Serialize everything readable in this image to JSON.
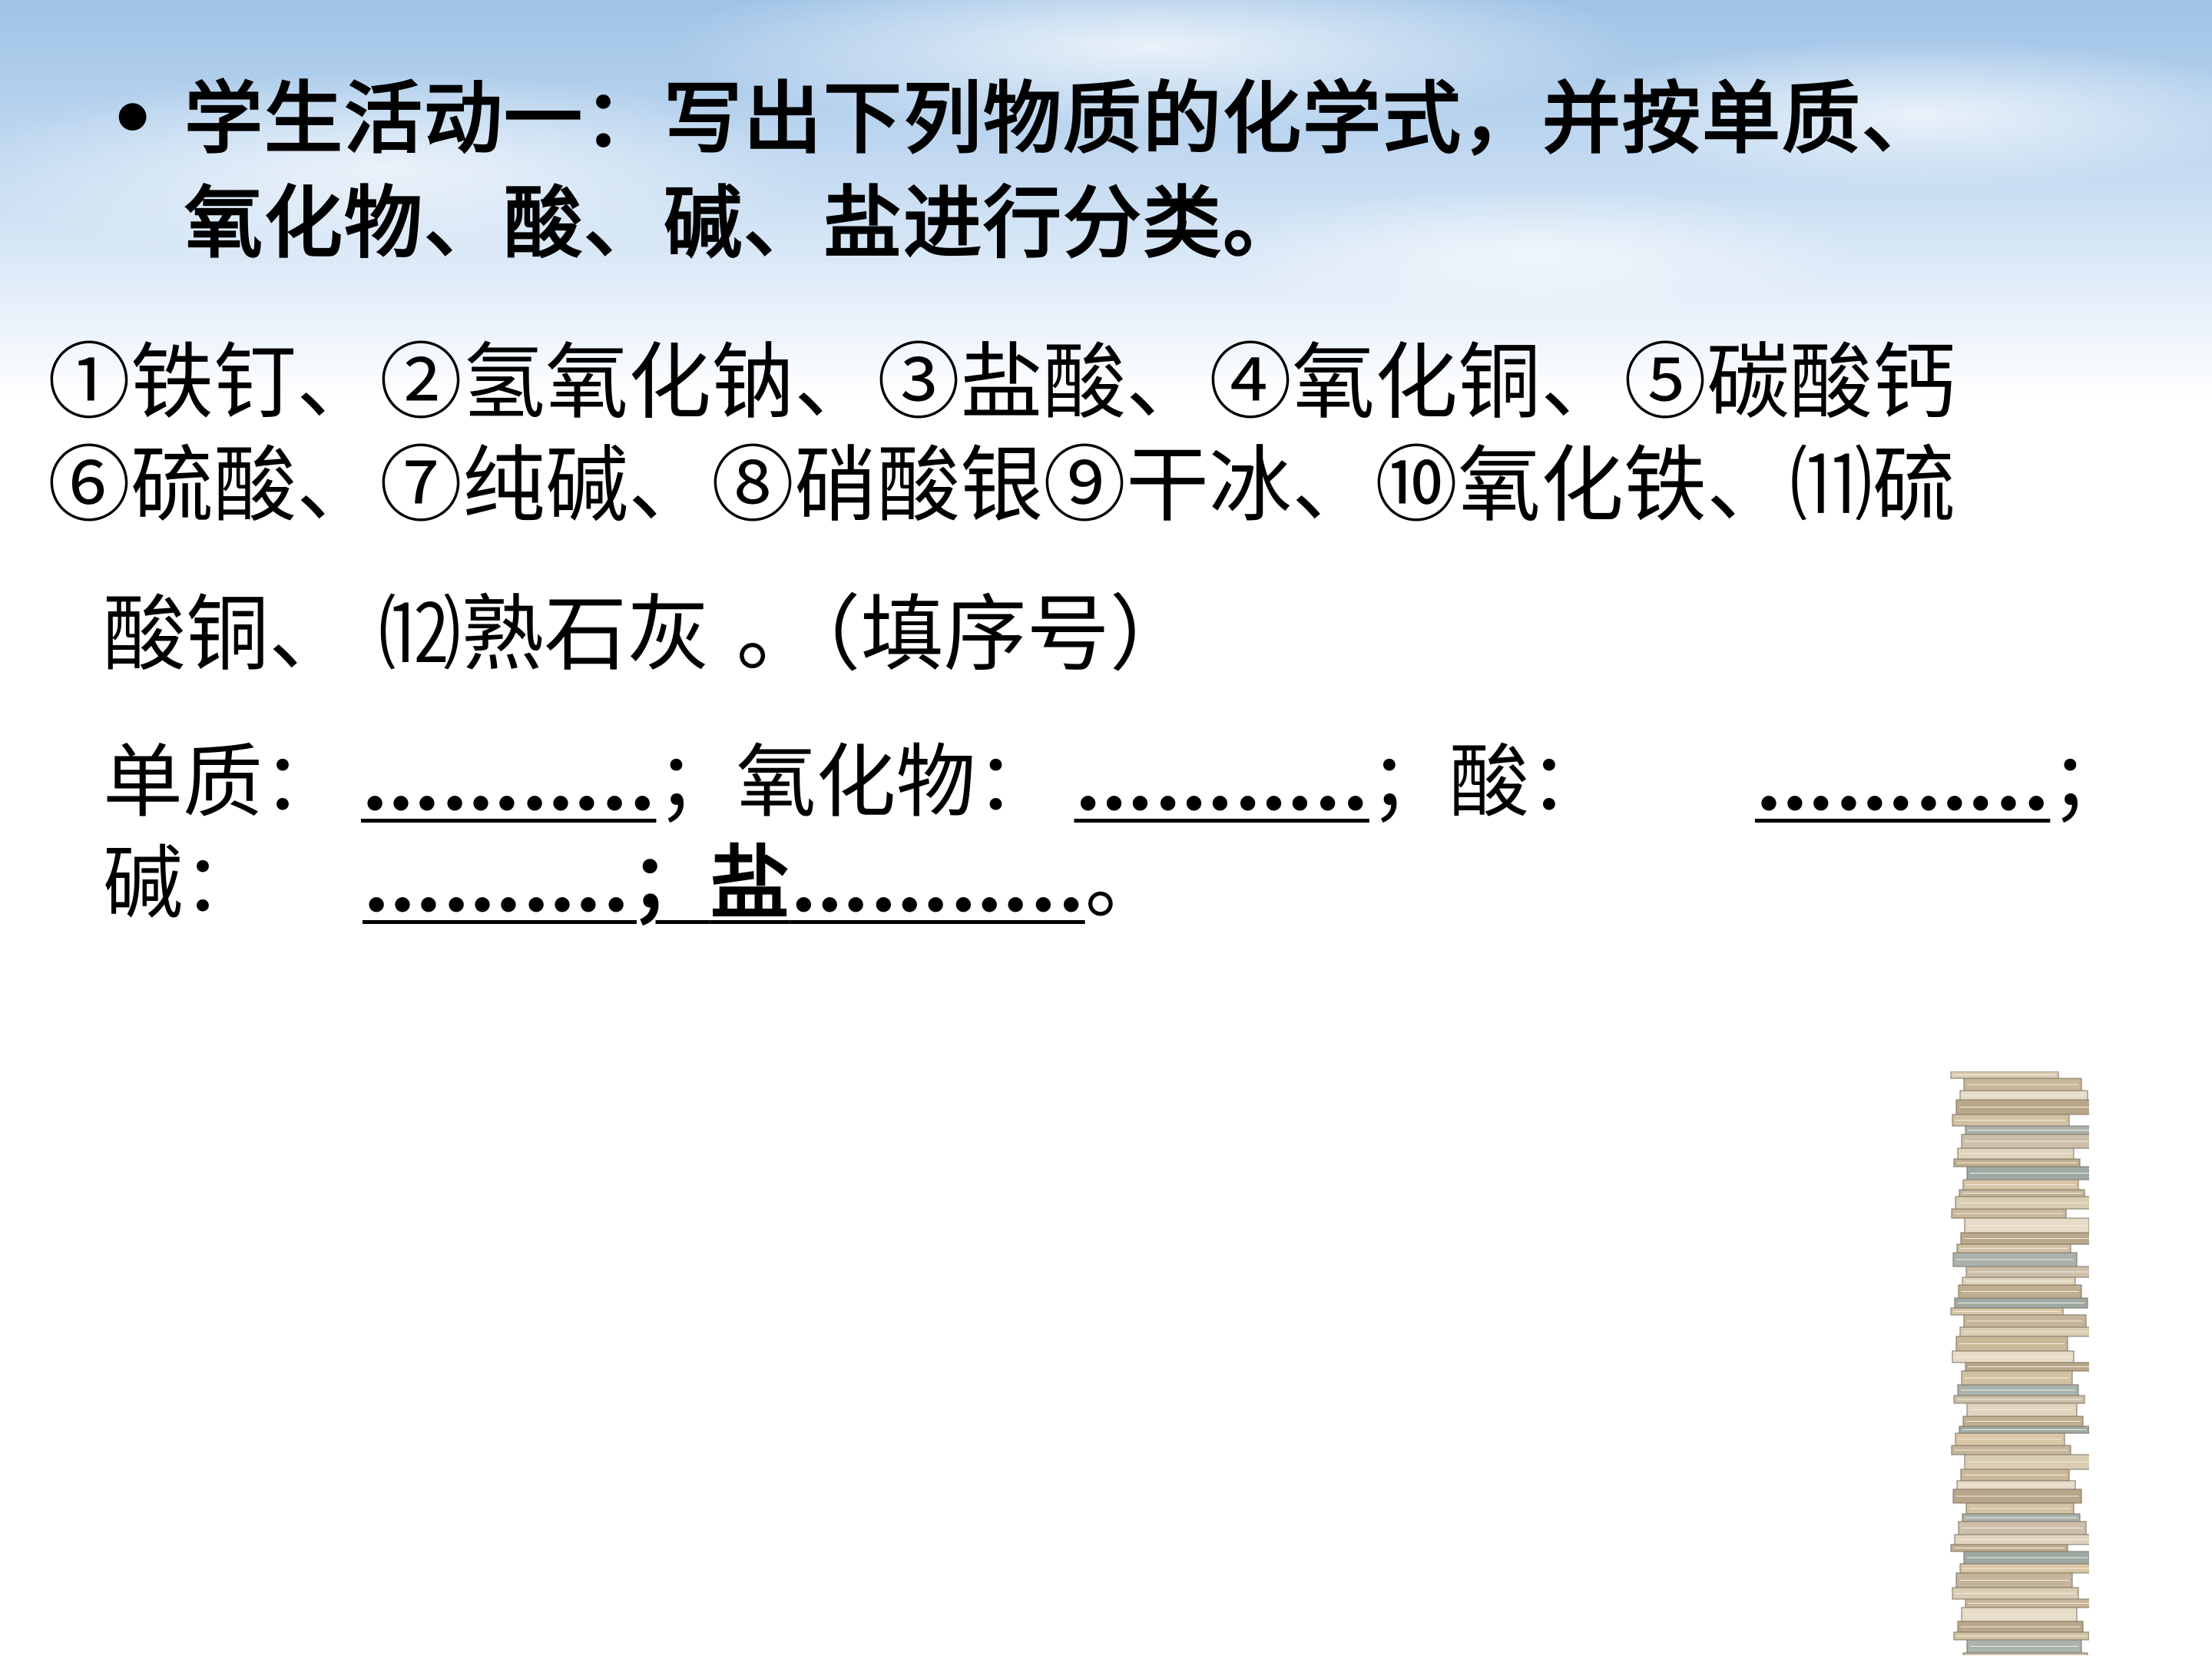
{
  "slide": {
    "bullet": "•",
    "title_line1": "学生活动一：写出下列物质的化学式，并按单质、",
    "title_line2": "氧化物、酸、碱、盐进行分类。",
    "items_line1": "①铁钉、②氢氧化钠、③盐酸、④氧化铜、⑤碳酸钙",
    "items_line2": "⑥硫酸、⑦纯碱、⑧硝酸银⑨干冰、⑩氧化铁、⑾硫",
    "items_line3": "酸铜、 ⑿熟石灰 。（填序号）",
    "answers": {
      "elemental_label": "单质：",
      "elemental_blank": "………..",
      "sep1": "；",
      "oxide_label": "氧化物：",
      "oxide_blank": "………..",
      "sep2": "；",
      "acid_label": "酸：",
      "acid_blank": "………..",
      "sep3": "；",
      "base_label": "碱：",
      "base_blank": "……….；",
      "salt_label": "盐",
      "salt_blank": "………..",
      "end": "。"
    }
  },
  "colors": {
    "text": "#000000",
    "sky_top": "#9fc3e6",
    "background": "#ffffff"
  },
  "decoration": {
    "books_image": "stack-of-books-icon"
  }
}
